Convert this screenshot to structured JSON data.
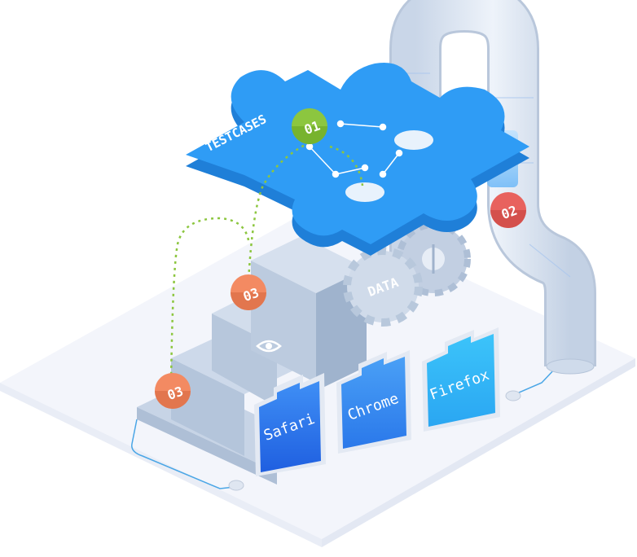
{
  "puzzle": {
    "label": "TESTCASES",
    "color": "#2f9cf5"
  },
  "gears": {
    "label": "DATA"
  },
  "markers": [
    {
      "id": "marker-01",
      "label": "01",
      "color": "#8cc63f"
    },
    {
      "id": "marker-02",
      "label": "02",
      "color": "#e8625e"
    },
    {
      "id": "marker-03-upper",
      "label": "03",
      "color": "#f38a62"
    },
    {
      "id": "marker-03-lower",
      "label": "03",
      "color": "#f38a62"
    }
  ],
  "browsers": [
    {
      "name": "Safari",
      "color": "#2a78ee"
    },
    {
      "name": "Chrome",
      "color": "#3a8df2"
    },
    {
      "name": "Firefox",
      "color": "#35b7f7"
    }
  ],
  "icons": {
    "stairs": "eye-icon"
  }
}
